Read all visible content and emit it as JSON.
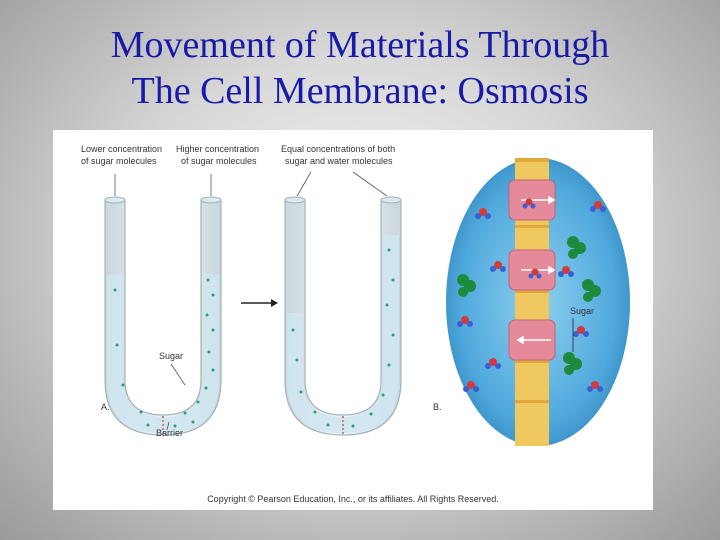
{
  "slide": {
    "title_line1": "Movement of Materials Through",
    "title_line2": "The Cell Membrane: Osmosis"
  },
  "figure": {
    "panel_a": {
      "label": "A.",
      "lower_label_1": "Lower concentration",
      "lower_label_2": "of sugar molecules",
      "higher_label_1": "Higher concentration",
      "higher_label_2": "of sugar molecules",
      "sugar_label": "Sugar",
      "barrier_label": "Barrier",
      "equal_label_1": "Equal concentrations of both",
      "equal_label_2": "sugar and water molecules"
    },
    "panel_b": {
      "label": "B.",
      "sugar_label": "Sugar"
    },
    "copyright": "Copyright © Pearson Education, Inc., or its affiliates. All Rights Reserved.",
    "colors": {
      "title": "#1a1aa8",
      "water": "#cfe6ef",
      "tube_glass": "#e3edf2",
      "cell_blue": "#4fa9dc",
      "membrane_lipid": "#f0c860",
      "protein_channel": "#e58a9a",
      "sugar_green": "#1d8a3c"
    }
  }
}
